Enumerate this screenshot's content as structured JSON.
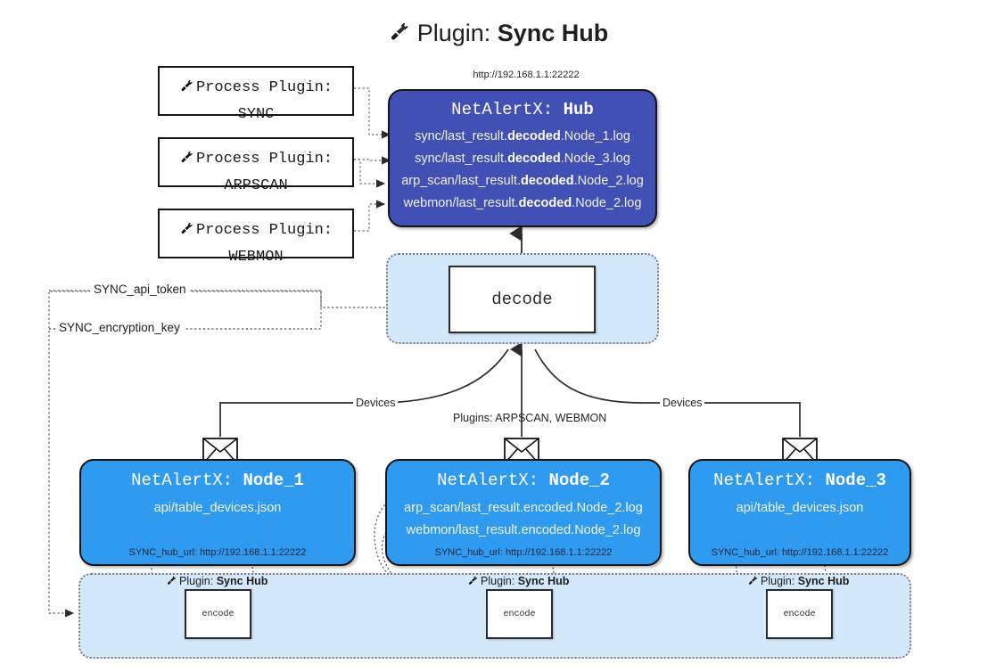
{
  "title": {
    "icon": "plug-icon",
    "label": "Plugin:",
    "value": "Sync Hub"
  },
  "hub": {
    "url": "http://192.168.1.1:22222",
    "name_prefix": "NetAlertX:",
    "name": "Hub",
    "logs": [
      {
        "pre": "sync/last_result.",
        "mid": "decoded",
        "post": ".Node_1.log"
      },
      {
        "pre": "sync/last_result.",
        "mid": "decoded",
        "post": ".Node_3.log"
      },
      {
        "pre": "arp_scan/last_result.",
        "mid": "decoded",
        "post": ".Node_2.log"
      },
      {
        "pre": "webmon/last_result.",
        "mid": "decoded",
        "post": ".Node_2.log"
      }
    ]
  },
  "process_plugins": [
    {
      "icon": "plug-icon",
      "label": "Process Plugin:",
      "name": "SYNC"
    },
    {
      "icon": "plug-icon",
      "label": "Process Plugin:",
      "name": "ARPSCAN"
    },
    {
      "icon": "plug-icon",
      "label": "Process Plugin:",
      "name": "WEBMON"
    }
  ],
  "decode": {
    "label": "decode"
  },
  "secrets": [
    {
      "label": "SYNC_api_token"
    },
    {
      "label": "SYNC_encryption_key"
    }
  ],
  "edge_labels": {
    "devices_left": "Devices",
    "devices_right": "Devices",
    "plugins_center": "Plugins: ARPSCAN, WEBMON"
  },
  "nodes": [
    {
      "icon": "envelope-icon",
      "name_prefix": "NetAlertX:",
      "name": "Node_1",
      "lines": [
        "api/table_devices.json"
      ],
      "footer": "SYNC_hub_url: http://192.168.1.1:22222"
    },
    {
      "icon": "envelope-icon",
      "name_prefix": "NetAlertX:",
      "name": "Node_2",
      "lines": [
        "arp_scan/last_result.encoded.Node_2.log",
        "webmon/last_result.encoded.Node_2.log"
      ],
      "footer": "SYNC_hub_url: http://192.168.1.1:22222"
    },
    {
      "icon": "envelope-icon",
      "name_prefix": "NetAlertX:",
      "name": "Node_3",
      "lines": [
        "api/table_devices.json"
      ],
      "footer": "SYNC_hub_url: http://192.168.1.1:22222"
    }
  ],
  "encoders": [
    {
      "icon": "plug-icon",
      "label": "Plugin:",
      "value": "Sync Hub",
      "box": "encode"
    },
    {
      "icon": "plug-icon",
      "label": "Plugin:",
      "value": "Sync Hub",
      "box": "encode"
    },
    {
      "icon": "plug-icon",
      "label": "Plugin:",
      "value": "Sync Hub",
      "box": "encode"
    }
  ],
  "colors": {
    "hub_fill": "#4050b5",
    "node_fill": "#2e9af0",
    "zone_fill": "#d4e8fb",
    "stroke": "#141414",
    "dotted": "#7f7f7f"
  }
}
